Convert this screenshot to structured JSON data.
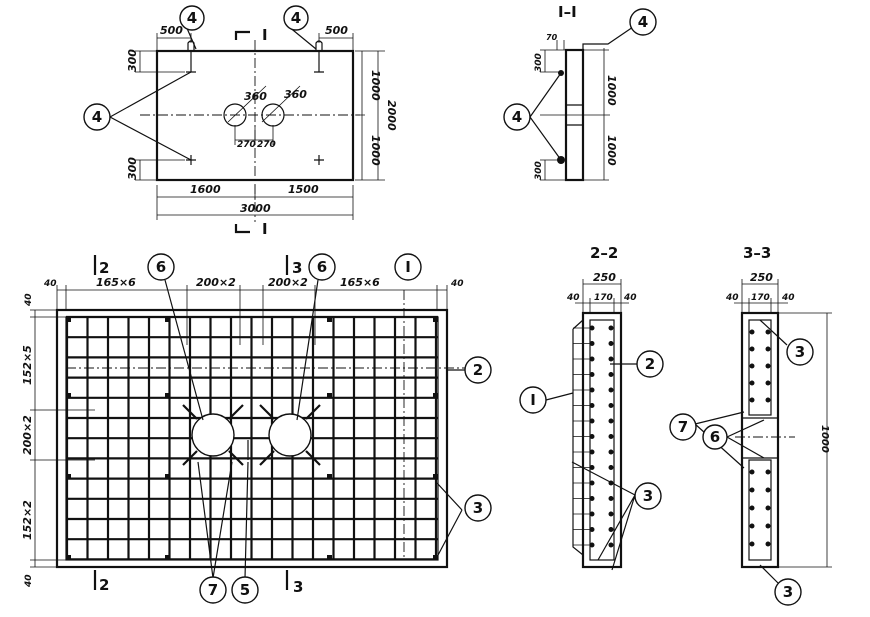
{
  "plan_view": {
    "dims": {
      "left_offset": "500",
      "right_offset": "500",
      "left_half": "1600",
      "right_half": "1500",
      "total_length": "3000",
      "upper_half": "1000",
      "lower_half": "1000",
      "total_height": "2000",
      "top_edge": "300",
      "bottom_edge": "300",
      "hole_dia_1": "360",
      "hole_dia_2": "360",
      "hole_offset_1": "270",
      "hole_offset_2": "270"
    },
    "callouts": [
      "4",
      "4",
      "4"
    ],
    "section_mark": "I"
  },
  "section_I": {
    "title": "I–I",
    "dims": {
      "thickness": "70",
      "upper": "1000",
      "lower": "1000",
      "top_edge": "300",
      "bottom_edge": "300"
    },
    "callouts": [
      "4",
      "4"
    ]
  },
  "reinforcement_plan": {
    "top_dims": [
      "40",
      "165×6",
      "200×2",
      "200×2",
      "165×6",
      "40"
    ],
    "left_dims": [
      "40",
      "152×5",
      "200×2",
      "152×2",
      "40"
    ],
    "section_marks": {
      "top_left": "2",
      "top_right": "3",
      "bottom_left": "2",
      "bottom_right": "3"
    },
    "callouts": {
      "six_left": "6",
      "six_right": "6",
      "detail": "I",
      "two": "2",
      "three": "3",
      "seven": "7",
      "five": "5"
    }
  },
  "section_2": {
    "title": "2–2",
    "dims": {
      "width": "250",
      "cover_left": "40",
      "core": "170",
      "cover_right": "40"
    },
    "callouts": {
      "two": "2",
      "detail": "I",
      "three": "3"
    }
  },
  "section_3": {
    "title": "3–3",
    "dims": {
      "width": "250",
      "cover_left": "40",
      "core": "170",
      "cover_right": "40",
      "height": "1000"
    },
    "callouts": {
      "three_top": "3",
      "seven": "7",
      "six": "6",
      "three_bottom": "3"
    }
  }
}
